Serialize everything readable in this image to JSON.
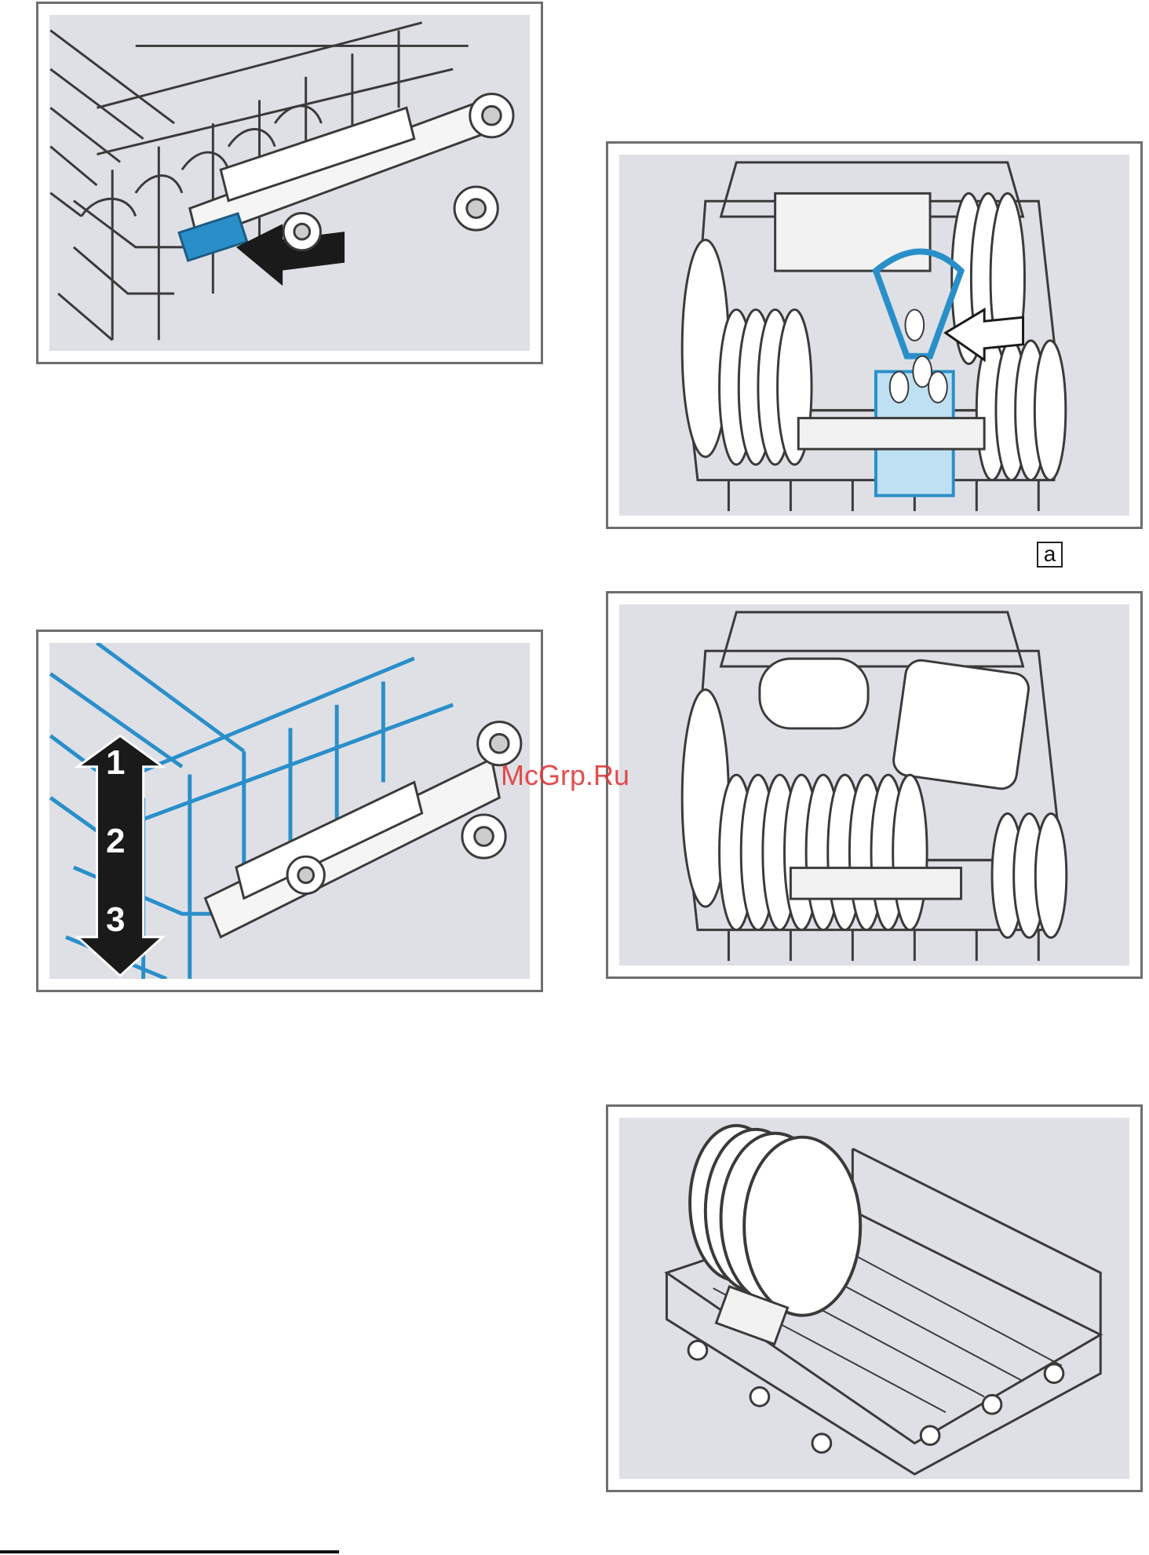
{
  "figures": {
    "fig1": {
      "description_icon": "release-lever-press-icon"
    },
    "fig2": {
      "level_numbers": [
        "1",
        "2",
        "3"
      ],
      "icon": "height-adjust-arrow-icon"
    },
    "fig3": {
      "icon": "cutlery-basket-icon"
    },
    "fig4": {
      "icon": "upper-basket-dishes-icon"
    },
    "fig5": {
      "icon": "lower-basket-plates-icon"
    }
  },
  "label_a": "a",
  "watermark": "McGrp.Ru",
  "colors": {
    "frame": "#6e6e6e",
    "panel": "#dfe0e6",
    "accent_blue": "#2a8fc9",
    "wire": "#3a3a3a"
  }
}
